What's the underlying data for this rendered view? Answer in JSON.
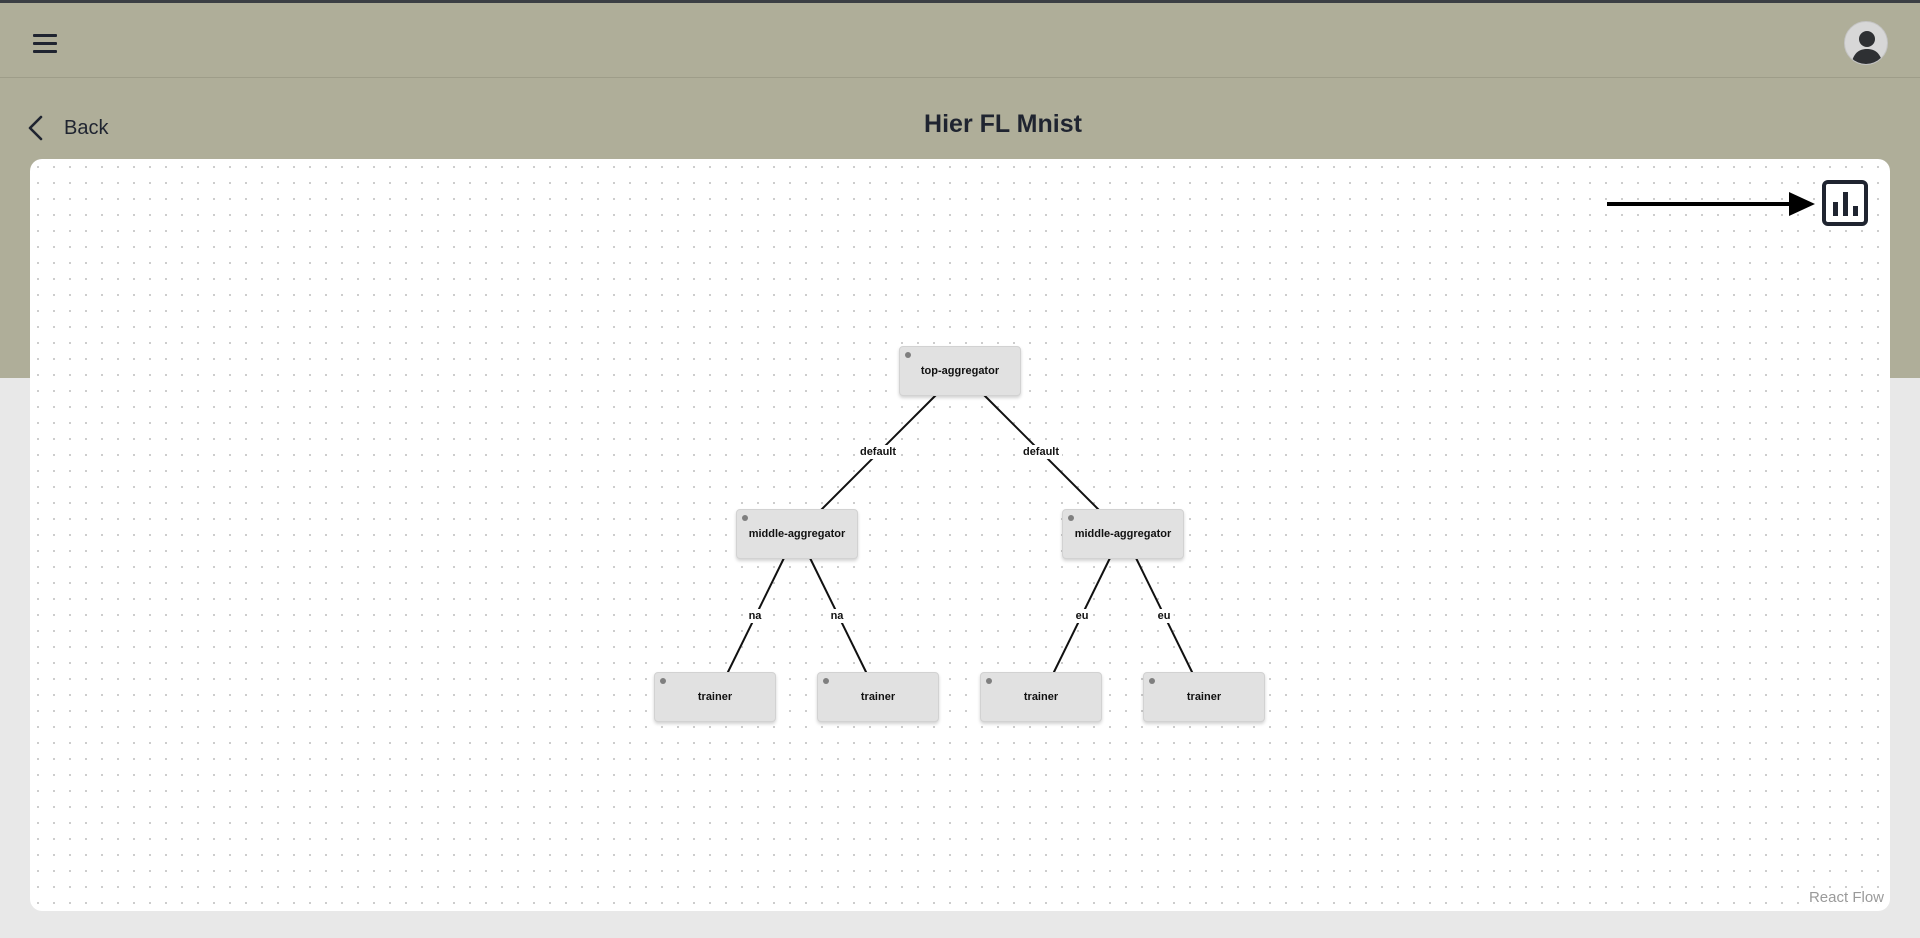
{
  "header": {
    "menu_icon": "hamburger-menu-icon",
    "avatar_icon": "user-avatar-icon"
  },
  "nav": {
    "back_label": "Back",
    "back_icon": "chevron-left-icon"
  },
  "page": {
    "title": "Hier FL Mnist"
  },
  "flow": {
    "nodes": {
      "top": "top-aggregator",
      "middle_left": "middle-aggregator",
      "middle_right": "middle-aggregator",
      "trainer_1": "trainer",
      "trainer_2": "trainer",
      "trainer_3": "trainer",
      "trainer_4": "trainer"
    },
    "edge_labels": {
      "top_to_left": "default",
      "top_to_right": "default",
      "left_to_t1": "na",
      "left_to_t2": "na",
      "right_to_t3": "eu",
      "right_to_t4": "eu"
    },
    "stats_icon": "bar-chart-icon",
    "annotation_icon": "arrow-right-icon",
    "attribution": "React Flow"
  },
  "colors": {
    "header_band": "#afae99",
    "page_background": "#e8e8e8",
    "node_fill": "#e1e1e1",
    "text_dark": "#1f2430"
  }
}
